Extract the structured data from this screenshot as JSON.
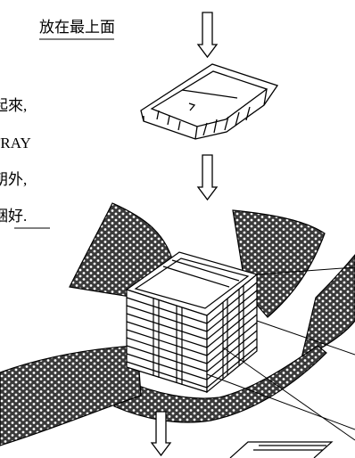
{
  "text": {
    "line1": "放在最上面",
    "line2": "起來,",
    "line3": "TRAY",
    "line4": "朝外,",
    "line5": "綑好."
  },
  "colors": {
    "ink": "#000000",
    "paper": "#ffffff",
    "sheet_fill": "#d6d6d6"
  },
  "icons": [
    "down-arrow-icon",
    "tray-icon",
    "bubble-wrap-sheet",
    "tray-stack"
  ]
}
